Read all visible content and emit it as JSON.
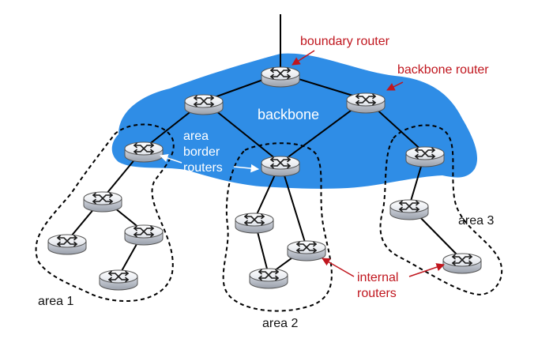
{
  "labels": {
    "boundary_router": "boundary router",
    "backbone_router": "backbone router",
    "backbone": "backbone",
    "area_border_line1": "area",
    "area_border_line2": "border",
    "area_border_line3": "routers",
    "internal_line1": "internal",
    "internal_line2": "routers",
    "area1": "area 1",
    "area2": "area 2",
    "area3": "area 3"
  },
  "colors": {
    "backbone_fill": "#2f8de6",
    "annotation_red": "#c0161e",
    "router_body": "#eef0f4"
  }
}
